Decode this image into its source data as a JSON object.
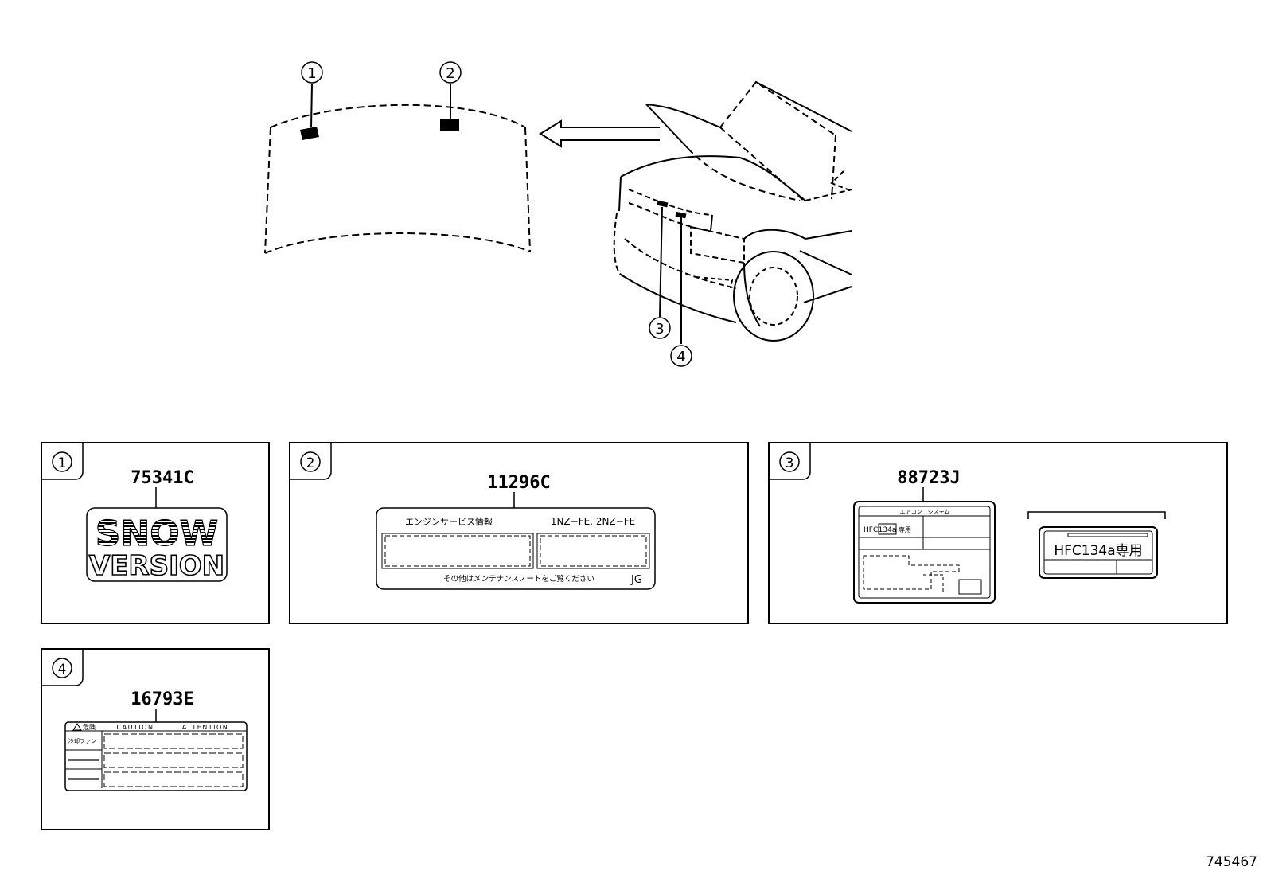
{
  "callouts": {
    "c1": "①",
    "c2": "②",
    "c3": "③",
    "c4": "④"
  },
  "panels": {
    "p1": {
      "badge": "①",
      "part_number": "75341C",
      "label": {
        "line1": "SNOW",
        "line2": "VERSION"
      }
    },
    "p2": {
      "badge": "②",
      "part_number": "11296C",
      "label": {
        "header_left": "エンジンサービス情報",
        "header_right": "1NZ−FE, 2NZ−FE",
        "footer": "その他はメンテナンスノートをご覧ください",
        "code": "JG"
      }
    },
    "p3": {
      "badge": "③",
      "part_number": "88723J",
      "label": {
        "title": "エアコン　システム",
        "refrigerant_prefix": "HFC",
        "refrigerant_boxed": "134a",
        "refrigerant_suffix": "専用",
        "alt_text": "HFC134a専用"
      }
    },
    "p4": {
      "badge": "④",
      "part_number": "16793E",
      "label": {
        "header_danger": "危険",
        "header_caution": "CAUTION",
        "header_attention": "ATTENTION",
        "row1": "冷却ファン"
      }
    }
  },
  "figure_id": "745467"
}
